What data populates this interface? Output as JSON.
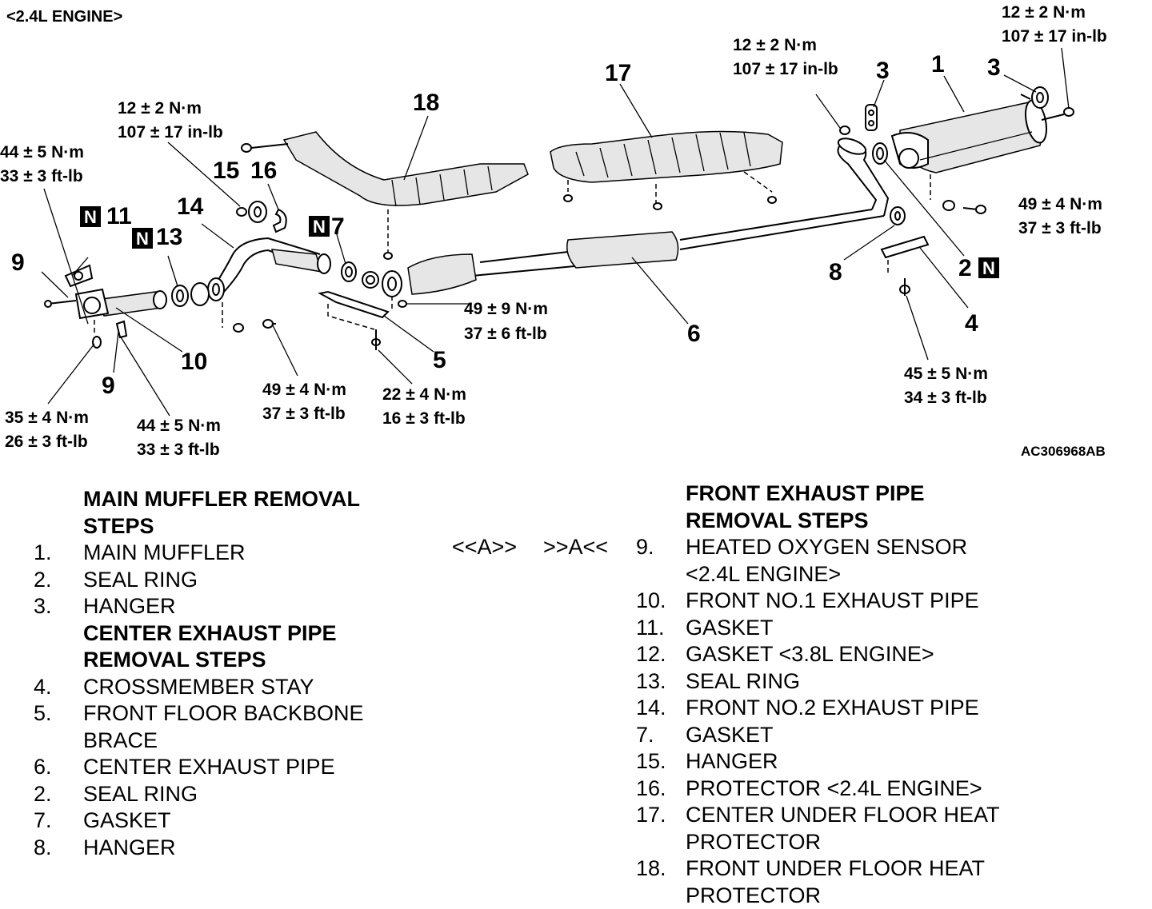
{
  "diagram": {
    "engine_header": "<2.4L ENGINE>",
    "figure_code": "AC306968AB",
    "n_mark": "N",
    "callouts": {
      "c1": "1",
      "c2": "2",
      "c3a": "3",
      "c3b": "3",
      "c4": "4",
      "c5": "5",
      "c6": "6",
      "c7": "7",
      "c8": "8",
      "c9a": "9",
      "c9b": "9",
      "c10": "10",
      "c11": "11",
      "c13": "13",
      "c14": "14",
      "c15": "15",
      "c16": "16",
      "c17": "17",
      "c18": "18"
    },
    "torques": {
      "t_top_right": [
        "12 ± 2 N·m",
        "107 ± 17 in-lb"
      ],
      "t_top_mid": [
        "12 ± 2 N·m",
        "107 ± 17 in-lb"
      ],
      "t_top_left": [
        "12 ± 2 N·m",
        "107 ± 17 in-lb"
      ],
      "t_far_left": [
        "44 ± 5 N·m",
        "33 ± 3 ft-lb"
      ],
      "t_muffler": [
        "49 ± 4 N·m",
        "37 ± 3 ft-lb"
      ],
      "t_cat": [
        "49 ± 9 N·m",
        "37 ± 6 ft-lb"
      ],
      "t_stay": [
        "45 ± 5 N·m",
        "34 ± 3 ft-lb"
      ],
      "t_brace": [
        "22 ± 4 N·m",
        "16 ± 3 ft-lb"
      ],
      "t_flange": [
        "49 ± 4 N·m",
        "37 ± 3 ft-lb"
      ],
      "t_sensor": [
        "44 ± 5 N·m",
        "33 ± 3 ft-lb"
      ],
      "t_nut": [
        "35 ± 4 N·m",
        "26 ± 3 ft-lb"
      ]
    }
  },
  "procedure": {
    "ref_left": "<<A>>",
    "ref_right": ">>A<<",
    "left_column": [
      {
        "num": "",
        "label": "MAIN MUFFLER REMOVAL",
        "heading": true
      },
      {
        "num": "",
        "label": "STEPS",
        "heading": true
      },
      {
        "num": "1.",
        "label": "MAIN MUFFLER",
        "heading": false
      },
      {
        "num": "2.",
        "label": "SEAL RING",
        "heading": false
      },
      {
        "num": "3.",
        "label": "HANGER",
        "heading": false
      },
      {
        "num": "",
        "label": "CENTER EXHAUST PIPE",
        "heading": true
      },
      {
        "num": "",
        "label": "REMOVAL STEPS",
        "heading": true
      },
      {
        "num": "4.",
        "label": "CROSSMEMBER STAY",
        "heading": false
      },
      {
        "num": "5.",
        "label": "FRONT FLOOR BACKBONE",
        "heading": false
      },
      {
        "num": "",
        "label": "BRACE",
        "heading": false
      },
      {
        "num": "6.",
        "label": "CENTER EXHAUST PIPE",
        "heading": false
      },
      {
        "num": "2.",
        "label": "SEAL RING",
        "heading": false
      },
      {
        "num": "7.",
        "label": "GASKET",
        "heading": false
      },
      {
        "num": "8.",
        "label": "HANGER",
        "heading": false
      }
    ],
    "right_column": [
      {
        "num": "",
        "label": "FRONT EXHAUST PIPE",
        "heading": true
      },
      {
        "num": "",
        "label": "REMOVAL STEPS",
        "heading": true
      },
      {
        "num": "9.",
        "label": "HEATED OXYGEN SENSOR",
        "heading": false
      },
      {
        "num": "",
        "label": "<2.4L ENGINE>",
        "heading": false
      },
      {
        "num": "10.",
        "label": "FRONT NO.1 EXHAUST PIPE",
        "heading": false
      },
      {
        "num": "11.",
        "label": "GASKET",
        "heading": false
      },
      {
        "num": "12.",
        "label": "GASKET <3.8L ENGINE>",
        "heading": false
      },
      {
        "num": "13.",
        "label": "SEAL RING",
        "heading": false
      },
      {
        "num": "14.",
        "label": "FRONT NO.2 EXHAUST PIPE",
        "heading": false
      },
      {
        "num": "7.",
        "label": "GASKET",
        "heading": false
      },
      {
        "num": "15.",
        "label": "HANGER",
        "heading": false
      },
      {
        "num": "16.",
        "label": "PROTECTOR <2.4L ENGINE>",
        "heading": false
      },
      {
        "num": "17.",
        "label": "CENTER UNDER FLOOR HEAT",
        "heading": false
      },
      {
        "num": "",
        "label": "PROTECTOR",
        "heading": false
      },
      {
        "num": "18.",
        "label": "FRONT UNDER FLOOR HEAT",
        "heading": false
      },
      {
        "num": "",
        "label": "PROTECTOR",
        "heading": false
      }
    ]
  }
}
